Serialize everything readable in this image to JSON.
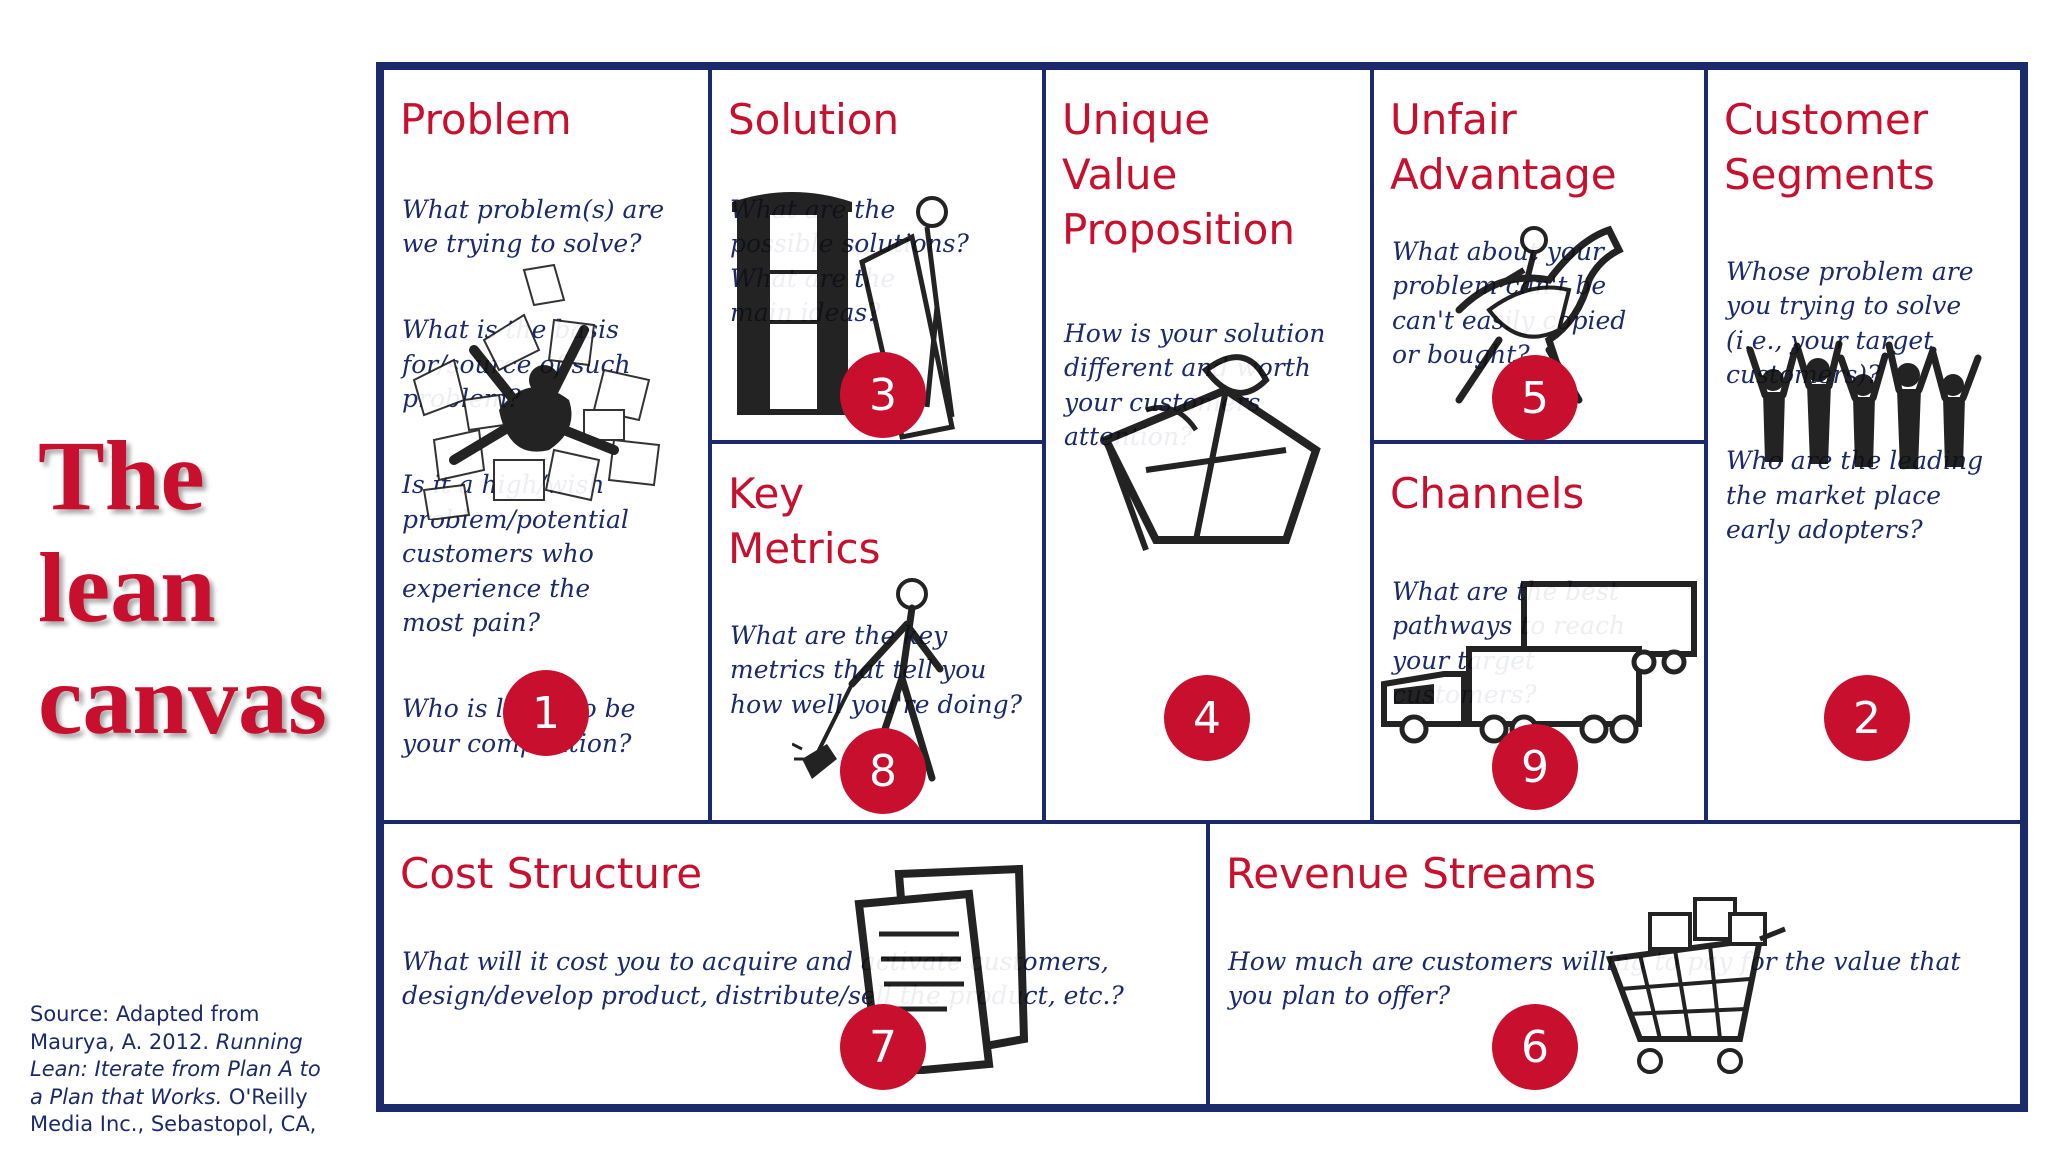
{
  "title": [
    "The",
    "lean",
    "canvas"
  ],
  "source": {
    "lines": [
      {
        "text": "Source: Adapted from",
        "italic": false
      },
      {
        "text": "Maurya, A. 2012. ",
        "italic": false,
        "rest": "Running"
      },
      {
        "text": "Lean: Iterate from Plan A to",
        "italic": true
      },
      {
        "text": "a Plan that Works.",
        "italic": true,
        "rest": " O'Reilly"
      },
      {
        "text": "Media Inc., Sebastopol, CA,",
        "italic": false
      }
    ]
  },
  "cells": {
    "problem": {
      "title": "Problem",
      "number": "1",
      "questions": [
        "What problem(s) are\nwe trying to solve?",
        "What is the basis\nfor/source of such\nproblem?",
        "Is it a high/wish\nproblem/potential\ncustomers who\nexperience the\nmost pain?",
        "Who is likely to be\nyour competition?"
      ]
    },
    "solution": {
      "title": "Solution",
      "number": "3",
      "questions": [
        "What are the\npossible solutions?\nWhat are the\nmain ideas?"
      ]
    },
    "key_metrics": {
      "title": "Key\nMetrics",
      "number": "8",
      "questions": [
        "What are the key\nmetrics that tell you\nhow well you're doing?"
      ]
    },
    "uvp": {
      "title": "Unique\nValue\nProposition",
      "number": "4",
      "questions": [
        "How is your solution\ndifferent and worth\nyour customers\nattention?"
      ]
    },
    "unfair_advantage": {
      "title": "Unfair\nAdvantage",
      "number": "5",
      "questions": [
        "What about your\nproblem can't be\ncan't easily copied\nor bought?"
      ]
    },
    "channels": {
      "title": "Channels",
      "number": "9",
      "questions": [
        "What are the best\npathways to reach\nyour target\ncustomers?"
      ]
    },
    "customer_segments": {
      "title": "Customer\nSegments",
      "number": "2",
      "questions": [
        "Whose problem are\nyou trying to solve\n(i.e., your target\ncustomers)?",
        "Who are the leading\nthe market place\nearly adopters?"
      ]
    },
    "cost_structure": {
      "title": "Cost Structure",
      "number": "7",
      "questions": [
        "What will it cost you to acquire and activate customers,\ndesign/develop product, distribute/sell the product, etc.?"
      ]
    },
    "revenue_streams": {
      "title": "Revenue Streams",
      "number": "6",
      "questions": [
        "How much are customers willing to pay for the value that\nyou plan to offer?"
      ]
    }
  },
  "icons": {
    "problem": "buried-in-papers-icon",
    "solution": "wardrobe-mover-icon",
    "uvp": "gift-package-icon",
    "unfair_advantage": "racehorse-jockey-icon",
    "key_metrics": "digging-worker-icon",
    "channels": "delivery-trucks-icon",
    "customer_segments": "cheering-crowd-icon",
    "cost_structure": "documents-icon",
    "revenue_streams": "shopping-cart-money-icon"
  },
  "colors": {
    "accent": "#c8102e",
    "border": "#1b2a6b",
    "text": "#1b2a6b"
  }
}
